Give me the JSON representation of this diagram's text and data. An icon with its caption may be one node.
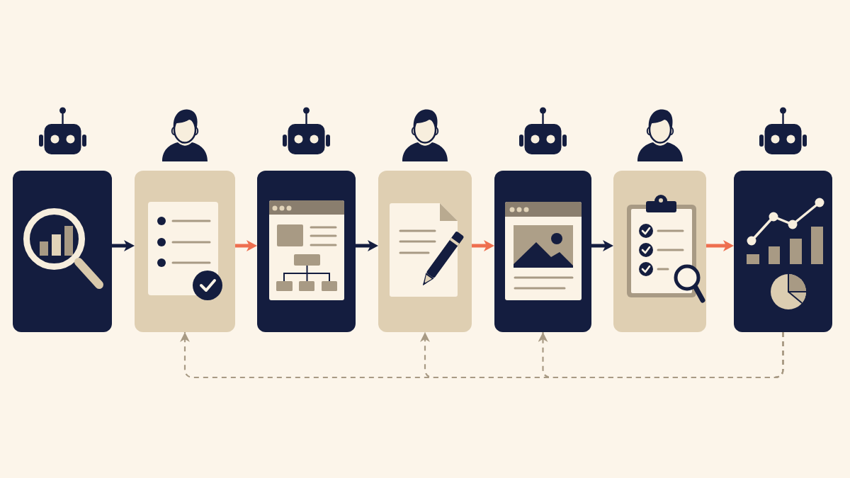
{
  "diagram": {
    "nodes": [
      {
        "text": [],
        "shape": "robot"
      },
      {
        "text": [],
        "shape": "person"
      },
      {
        "text": [],
        "shape": "robot"
      },
      {
        "text": [],
        "shape": "person"
      },
      {
        "text": [],
        "shape": "robot"
      },
      {
        "text": [],
        "shape": "person"
      },
      {
        "text": [],
        "shape": "robot"
      },
      {
        "text": [],
        "shape": "picture"
      },
      {
        "text": [],
        "shape": "picture"
      },
      {
        "text": [],
        "shape": "picture"
      },
      {
        "text": [],
        "shape": "picture"
      },
      {
        "text": [],
        "shape": "picture"
      },
      {
        "text": [],
        "shape": "picture"
      },
      {
        "text": [],
        "shape": "picture"
      }
    ],
    "edges": [
      {
        "from": 7,
        "to": 8,
        "arrow": "to",
        "color": "#141d3f"
      },
      {
        "from": 8,
        "to": 9,
        "arrow": "to",
        "color": "#ee6f4f"
      },
      {
        "from": 9,
        "to": 10,
        "arrow": "to",
        "color": "#141d3f"
      },
      {
        "from": 10,
        "to": 11,
        "arrow": "to",
        "color": "#ee6f4f"
      },
      {
        "from": 11,
        "to": 12,
        "arrow": "to",
        "color": "#141d3f"
      },
      {
        "from": 12,
        "to": 13,
        "arrow": "to",
        "color": "#ee6f4f"
      },
      {
        "from": 13,
        "to": 8,
        "arrow": "to",
        "style": "dashed",
        "color": "#a89a84"
      },
      {
        "from": 13,
        "to": 10,
        "arrow": "to",
        "style": "dashed",
        "color": "#a89a84"
      },
      {
        "from": 13,
        "to": 11,
        "arrow": "to",
        "style": "dashed",
        "color": "#a89a84"
      }
    ]
  }
}
